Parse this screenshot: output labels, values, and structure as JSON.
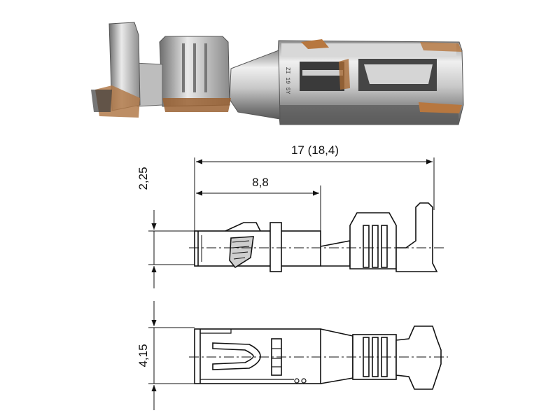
{
  "photo": {
    "marking_text": "ZI 19 SY"
  },
  "dimensions": {
    "overall_length": "17 (18,4)",
    "partial_length": "8,8",
    "side_height": "2,25",
    "top_width": "4,15"
  },
  "colors": {
    "line": "#111111",
    "metal_light": "#e4e4e4",
    "metal_mid": "#a9a9a9",
    "metal_dark": "#4a4a4a",
    "copper": "#b7773f"
  }
}
